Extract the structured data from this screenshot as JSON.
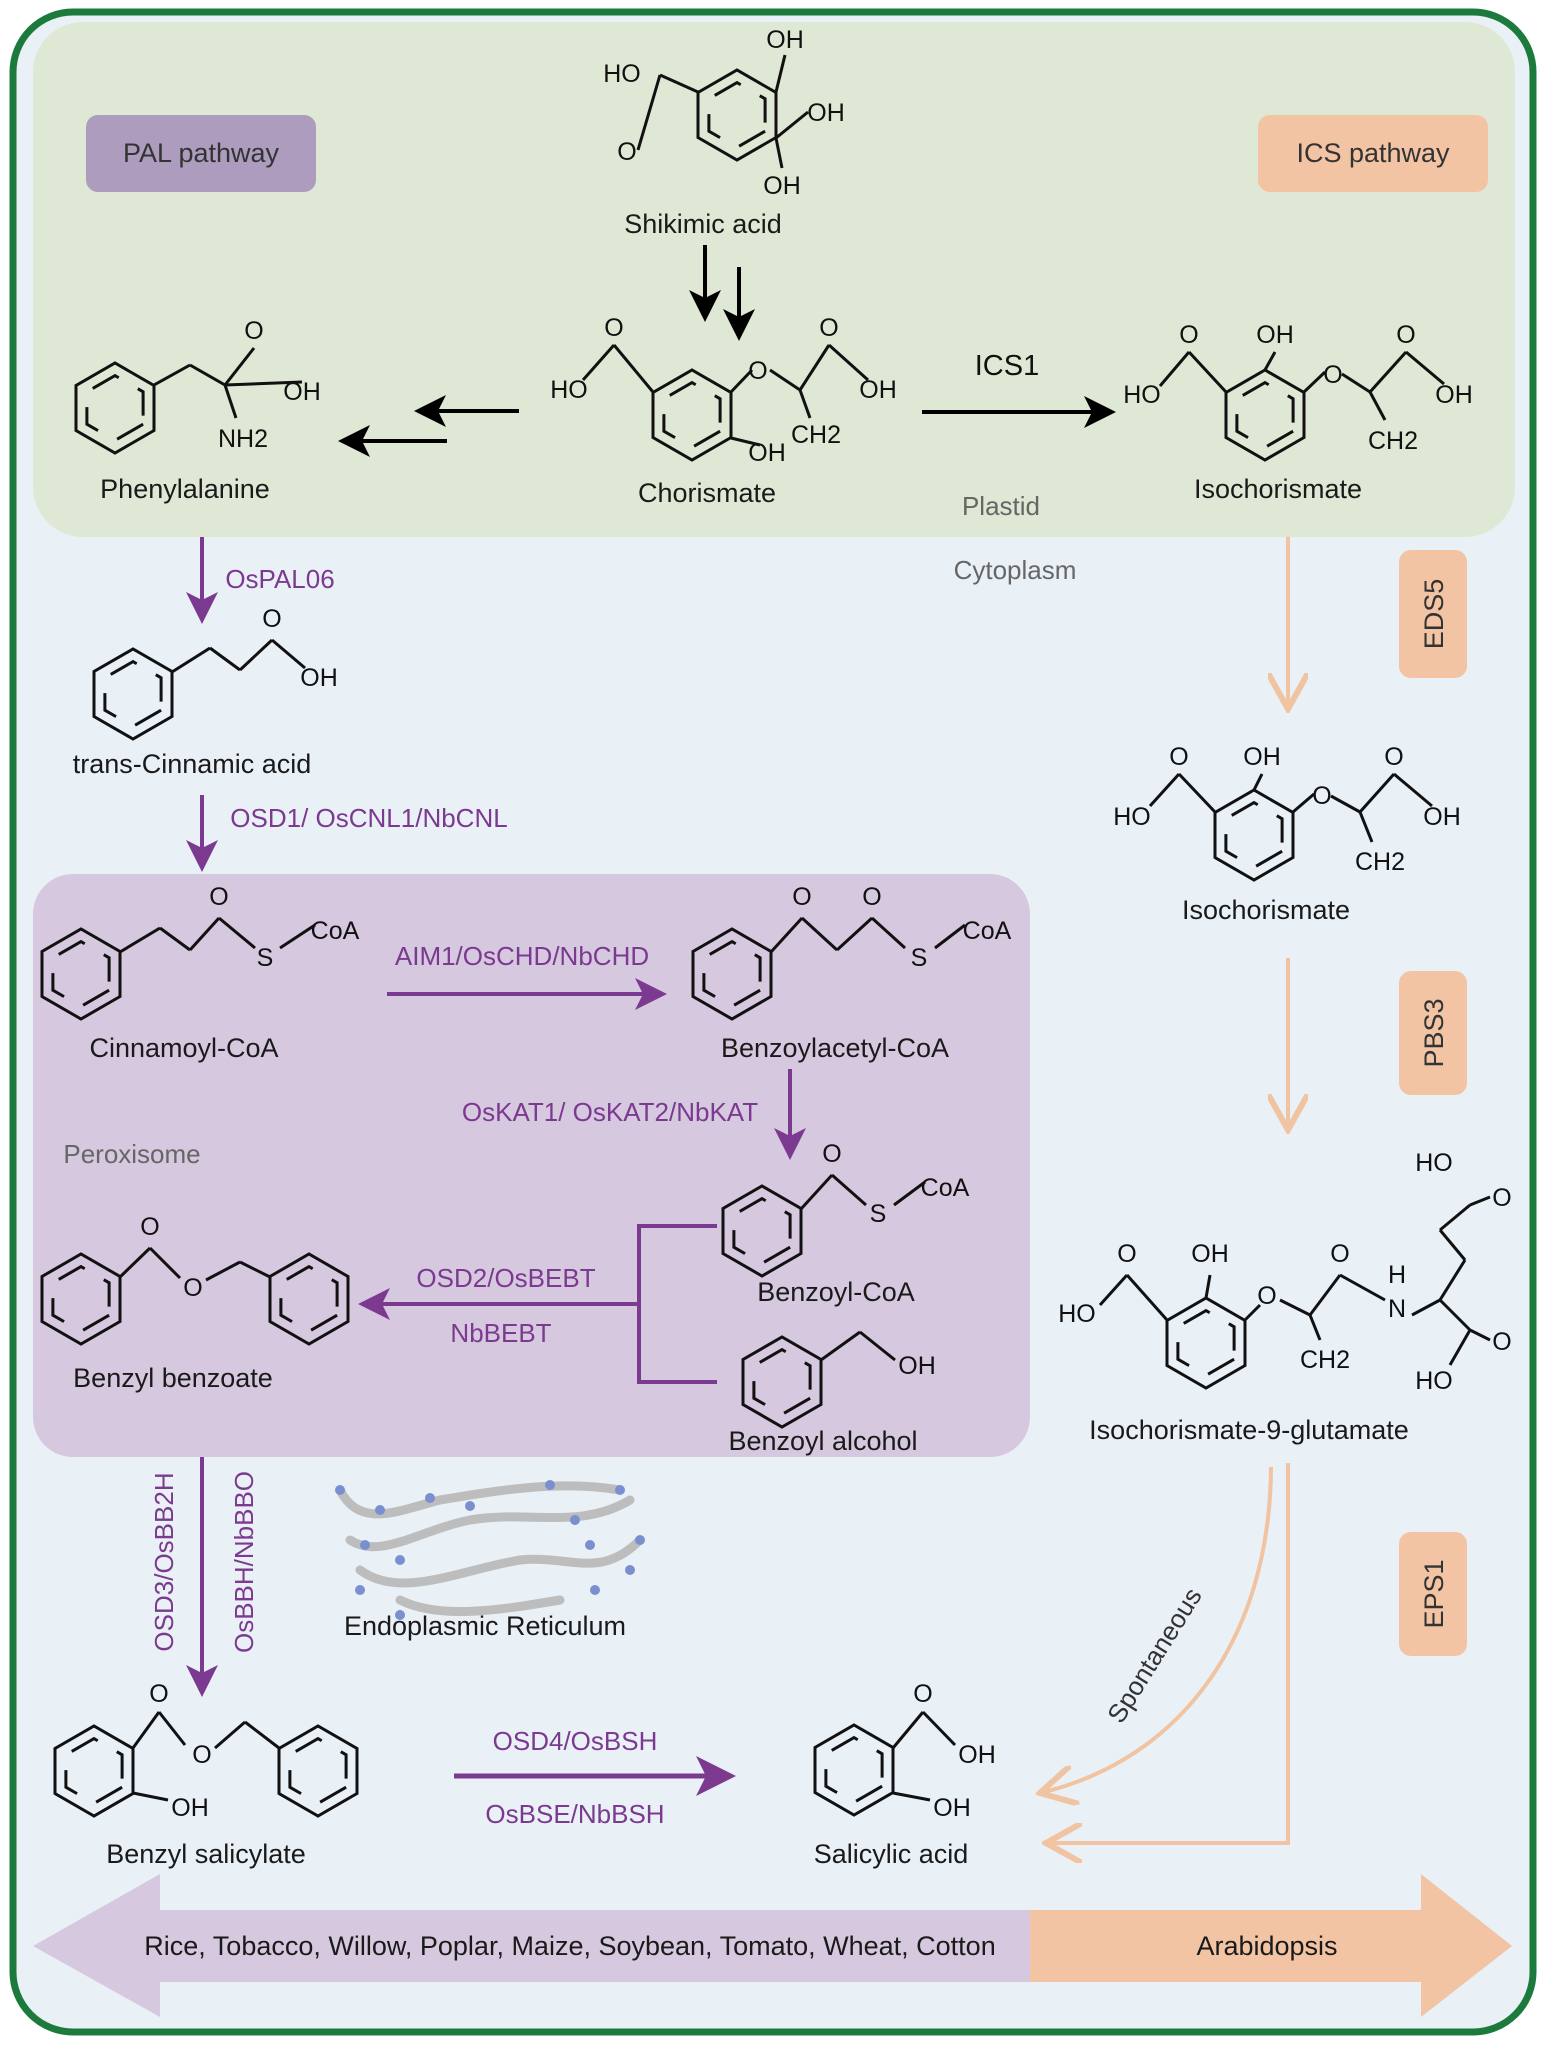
{
  "colors": {
    "border": "#1b7a3c",
    "cytoplasm": "#e9f0f6",
    "plastid": "#dfe8d4",
    "peroxisome": "#d6c8df",
    "pal": "#ad9cbd",
    "ics": "#f2c4a4",
    "enzyme": "#7b3a8f",
    "ics_arrow": "#f0c4a2"
  },
  "pathways": {
    "pal": "PAL pathway",
    "ics": "ICS pathway"
  },
  "compartments": {
    "plastid": "Plastid",
    "cytoplasm": "Cytoplasm",
    "peroxisome": "Peroxisome",
    "er": "Endoplasmic  Reticulum"
  },
  "compounds": {
    "shikimic": "Shikimic acid",
    "phenylalanine": "Phenylalanine",
    "chorismate": "Chorismate",
    "isochorismate": "Isochorismate",
    "cinnamic": "trans-Cinnamic acid",
    "isochorismate2": "Isochorismate",
    "cinnamoyl": "Cinnamoyl-CoA",
    "benzoylacetyl": "Benzoylacetyl-CoA",
    "benzoylcoa": "Benzoyl-CoA",
    "benzylbenzoate": "Benzyl benzoate",
    "benzoylalcohol": "Benzoyl alcohol",
    "iso9glu": "Isochorismate-9-glutamate",
    "benzylsalicylate": "Benzyl salicylate",
    "salicylic": "Salicylic acid"
  },
  "enzymes": {
    "ics1": "ICS1",
    "ospal": "OsPAL06",
    "osd1": "OSD1/ OsCNL1/NbCNL",
    "aim1": "AIM1/OsCHD/NbCHD",
    "kat": "OsKAT1/ OsKAT2/NbKAT",
    "osd2": "OSD2/OsBEBT",
    "nbbebt": "NbBEBT",
    "osd3": "OSD3/OsBB2H",
    "osbbh": "OsBBH/NbBBO",
    "osd4": "OSD4/OsBSH",
    "osbse": "OsBSE/NbBSH",
    "eds5": "EDS5",
    "pbs3": "PBS3",
    "eps1": "EPS1",
    "spont": "Spontaneous"
  },
  "species": {
    "left": "Rice, Tobacco, Willow, Poplar, Maize, Soybean, Tomato, Wheat, Cotton",
    "right": "Arabidopsis"
  },
  "atoms": {
    "shik": [
      "HO",
      "O",
      "OH",
      "OH",
      "OH"
    ],
    "phe": [
      "O",
      "OH",
      "NH2"
    ],
    "cho": [
      "HO",
      "O",
      "O",
      "O",
      "OH",
      "CH2",
      "OH"
    ],
    "iso": [
      "HO",
      "O",
      "OH",
      "O",
      "O",
      "OH",
      "CH2"
    ],
    "cin": [
      "O",
      "OH"
    ],
    "iso2": [
      "HO",
      "O",
      "OH",
      "O",
      "O",
      "OH",
      "CH2"
    ],
    "cincoa": [
      "O",
      "S",
      "CoA"
    ],
    "bzac": [
      "O",
      "O",
      "S",
      "CoA"
    ],
    "bzcoa": [
      "O",
      "S",
      "CoA"
    ],
    "bzbz": [
      "O",
      "O"
    ],
    "bzoh": [
      "OH"
    ],
    "iso9": [
      "HO",
      "O",
      "OH",
      "O",
      "O",
      "H",
      "N",
      "CH2",
      "HO",
      "O",
      "O",
      "HO"
    ],
    "bzsal": [
      "O",
      "O",
      "OH"
    ],
    "sal": [
      "O",
      "OH",
      "OH"
    ]
  }
}
